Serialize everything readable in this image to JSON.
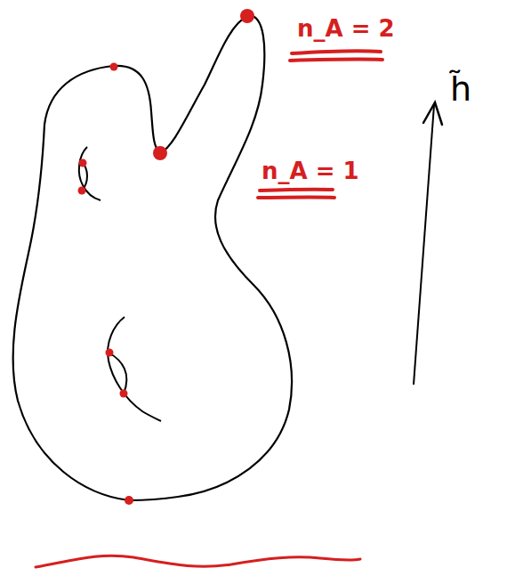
{
  "diagram": {
    "labels": [
      "n_A = 2",
      "n_A = 1",
      "h̃"
    ]
  }
}
